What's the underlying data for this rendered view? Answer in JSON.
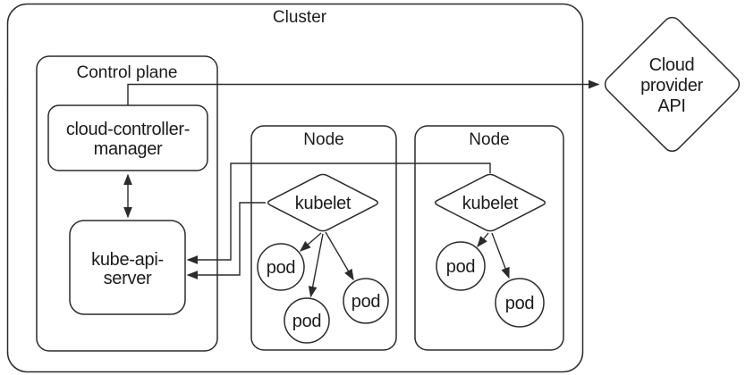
{
  "diagram": {
    "cluster_label": "Cluster",
    "control_plane": {
      "label": "Control plane",
      "cloud_controller_manager": {
        "line1": "cloud-controller-",
        "line2": "manager"
      },
      "kube_api_server": {
        "line1": "kube-api-",
        "line2": "server"
      }
    },
    "nodes": [
      {
        "label": "Node",
        "kubelet_label": "kubelet",
        "pods": [
          "pod",
          "pod",
          "pod"
        ]
      },
      {
        "label": "Node",
        "kubelet_label": "kubelet",
        "pods": [
          "pod",
          "pod"
        ]
      }
    ],
    "cloud_provider_api": {
      "line1": "Cloud",
      "line2": "provider",
      "line3": "API"
    },
    "colors": {
      "stroke": "#2b2b2b",
      "text": "#1c1c1c",
      "background": "#ffffff"
    }
  }
}
